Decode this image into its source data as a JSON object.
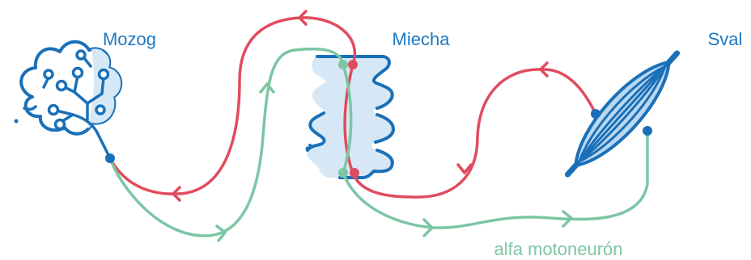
{
  "labels": {
    "brain": "Mozog",
    "spinal_cord": "Miecha",
    "muscle": "Sval",
    "alpha_motoneuron": "alfa motoneurón"
  },
  "colors": {
    "sensory_path": "#e04c5e",
    "motor_path": "#7cc6a4",
    "icon_stroke": "#1a70b8",
    "icon_fill": "#d6e8f6",
    "muscle_fill": "#bcd8f0",
    "label_blue": "#1d78c1",
    "label_green": "#7cc6a4"
  },
  "icons": [
    "brain-icon",
    "spinal-cord-icon",
    "muscle-icon"
  ]
}
